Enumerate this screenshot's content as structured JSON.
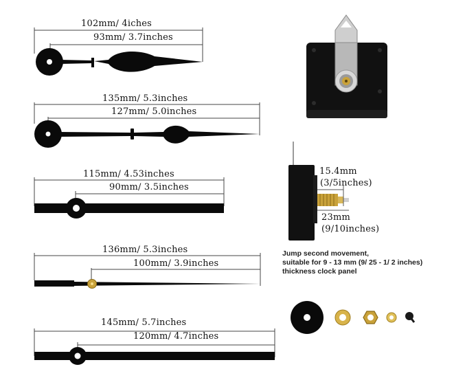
{
  "hands": [
    {
      "full": "102mm/ 4iches",
      "short": "93mm/ 3.7inches"
    },
    {
      "full": "135mm/ 5.3inches",
      "short": "127mm/ 5.0inches"
    },
    {
      "full": "115mm/ 4.53inches",
      "short": "90mm/ 3.5inches"
    },
    {
      "full": "136mm/ 5.3inches",
      "short": "100mm/ 3.9inches"
    },
    {
      "full": "145mm/ 5.7inches",
      "short": "120mm/ 4.7inches"
    }
  ],
  "movement": {
    "shaft_length": "15.4mm",
    "shaft_length_in": "(3/5inches)",
    "thread_length": "23mm",
    "thread_length_in": "(9/10inches)",
    "description": [
      "Jump second movement,",
      "suitable for 9 - 13 mm (9/ 25 - 1/ 2 inches)",
      "thickness clock panel"
    ]
  },
  "colors": {
    "hand": "#0a0a0a",
    "brass": "#c9a23a",
    "silver": "#c8c8c8"
  }
}
